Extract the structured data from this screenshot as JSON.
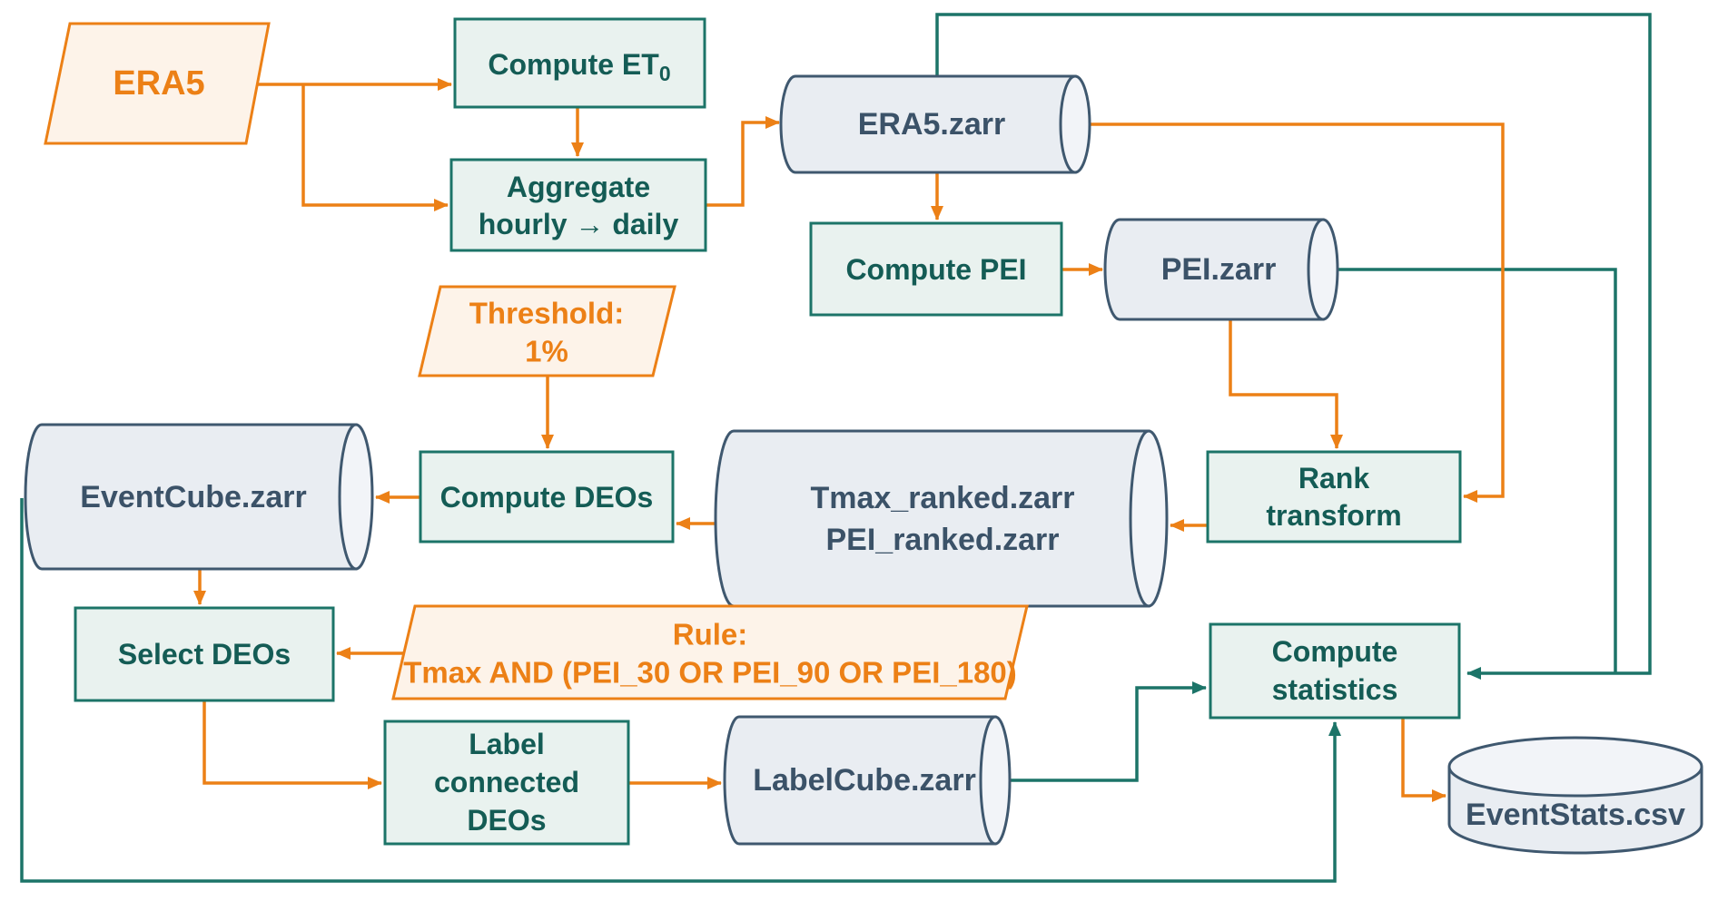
{
  "colors": {
    "orange": "#EC8016",
    "orange_fill": "#FDF3E9",
    "teal": "#1C7468",
    "teal_text": "#145C55",
    "process_fill": "#E9F2EF",
    "slate": "#3F586F",
    "slate_text": "#3B5268",
    "cyl_fill": "#E9EDF2",
    "cyl_cap_fill": "#F2F4F8"
  },
  "nodes": {
    "era5": {
      "label": "ERA5"
    },
    "compute_et0": {
      "label_main": "Compute ET",
      "label_sub": "0"
    },
    "aggregate": {
      "line1": "Aggregate",
      "line2": "hourly → daily"
    },
    "era5_zarr": {
      "label": "ERA5.zarr"
    },
    "compute_pei": {
      "label": "Compute PEI"
    },
    "pei_zarr": {
      "label": "PEI.zarr"
    },
    "threshold": {
      "line1": "Threshold:",
      "line2": "1%"
    },
    "rank_transform": {
      "line1": "Rank",
      "line2": "transform"
    },
    "ranked_zarr": {
      "line1": "Tmax_ranked.zarr",
      "line2": "PEI_ranked.zarr"
    },
    "compute_deos": {
      "label": "Compute DEOs"
    },
    "eventcube_zarr": {
      "label": "EventCube.zarr"
    },
    "select_deos": {
      "label": "Select DEOs"
    },
    "rule": {
      "line1": "Rule:",
      "line2": "Tmax AND (PEI_30 OR PEI_90 OR PEI_180)"
    },
    "label_connected": {
      "line1": "Label",
      "line2": "connected",
      "line3": "DEOs"
    },
    "labelcube_zarr": {
      "label": "LabelCube.zarr"
    },
    "compute_statistics": {
      "line1": "Compute",
      "line2": "statistics"
    },
    "eventstats_csv": {
      "label": "EventStats.csv"
    }
  }
}
